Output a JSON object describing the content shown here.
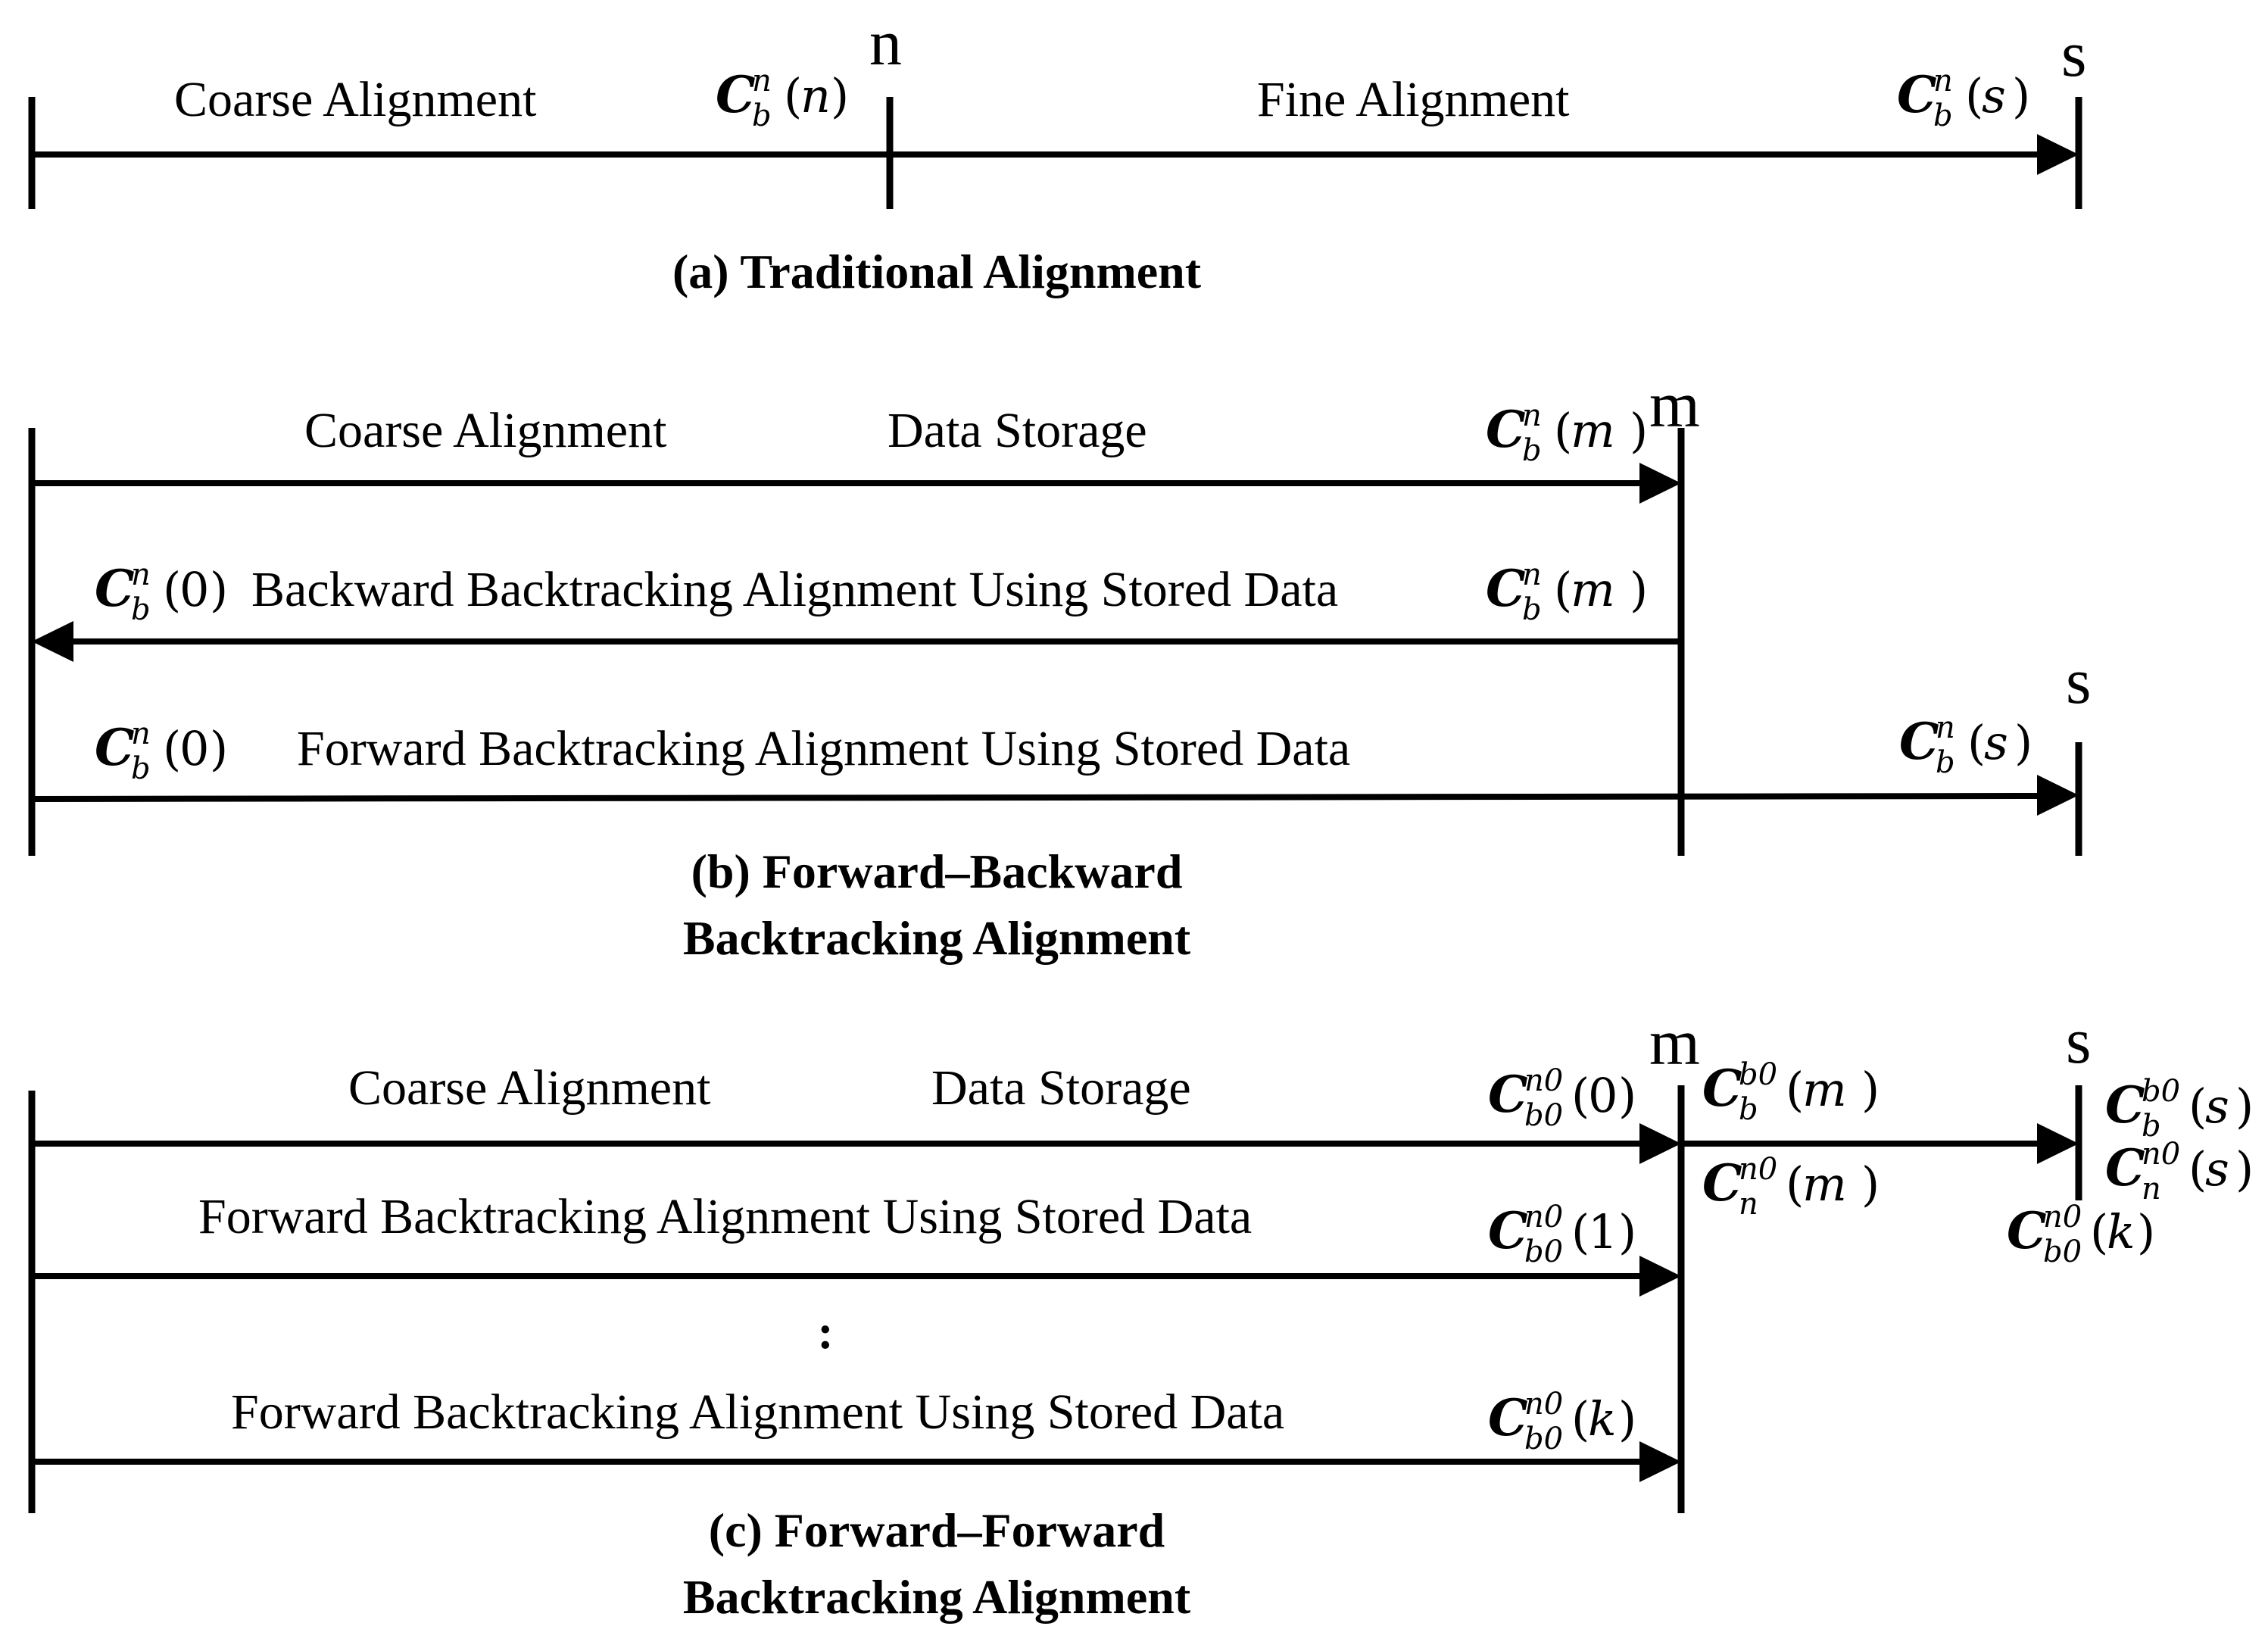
{
  "panel_a": {
    "caption": "(a) Traditional Alignment",
    "marker_n": "n",
    "marker_s": "s",
    "phase_coarse": "Coarse Alignment",
    "phase_fine": "Fine Alignment",
    "mat_n": {
      "base": "C",
      "sup": "n",
      "sub": "b",
      "arg": "n"
    },
    "mat_s": {
      "base": "C",
      "sup": "n",
      "sub": "b",
      "arg": "s"
    }
  },
  "panel_b": {
    "caption_line1": "(b) Forward–Backward",
    "caption_line2": "Backtracking Alignment",
    "marker_m": "m",
    "marker_s": "s",
    "row1_coarse": "Coarse Alignment",
    "row1_storage": "Data Storage",
    "row1_mat": {
      "base": "C",
      "sup": "n",
      "sub": "b",
      "arg": "m"
    },
    "row2_label": "Backward Backtracking Alignment Using Stored Data",
    "row2_mat_start": {
      "base": "C",
      "sup": "n",
      "sub": "b",
      "arg": "0"
    },
    "row2_mat_end": {
      "base": "C",
      "sup": "n",
      "sub": "b",
      "arg": "m"
    },
    "row3_label": "Forward Backtracking Alignment Using Stored Data",
    "row3_mat_start": {
      "base": "C",
      "sup": "n",
      "sub": "b",
      "arg": "0"
    },
    "row3_mat_end": {
      "base": "C",
      "sup": "n",
      "sub": "b",
      "arg": "s"
    }
  },
  "panel_c": {
    "caption_line1": "(c) Forward–Forward",
    "caption_line2": "Backtracking Alignment",
    "marker_m": "m",
    "marker_s": "s",
    "row1_coarse": "Coarse Alignment",
    "row1_storage": "Data Storage",
    "row1_mat": {
      "base": "C",
      "sup": "n0",
      "sub": "b0",
      "arg": "0"
    },
    "row2_label": "Forward Backtracking Alignment Using Stored Data",
    "row2_mat": {
      "base": "C",
      "sup": "n0",
      "sub": "b0",
      "arg": "1"
    },
    "ellipsis": ":",
    "row3_label": "Forward Backtracking Alignment Using Stored Data",
    "row3_mat": {
      "base": "C",
      "sup": "n0",
      "sub": "b0",
      "arg": "k"
    },
    "m_mat_top": {
      "base": "C",
      "sup": "b0",
      "sub": "b",
      "arg": "m"
    },
    "m_mat_bottom": {
      "base": "C",
      "sup": "n0",
      "sub": "n",
      "arg": "m"
    },
    "s_mat_top": {
      "base": "C",
      "sup": "b0",
      "sub": "b",
      "arg": "s"
    },
    "s_mat_bottom": {
      "base": "C",
      "sup": "n0",
      "sub": "n",
      "arg": "s"
    },
    "s_mat_k": {
      "base": "C",
      "sup": "n0",
      "sub": "b0",
      "arg": "k"
    }
  }
}
